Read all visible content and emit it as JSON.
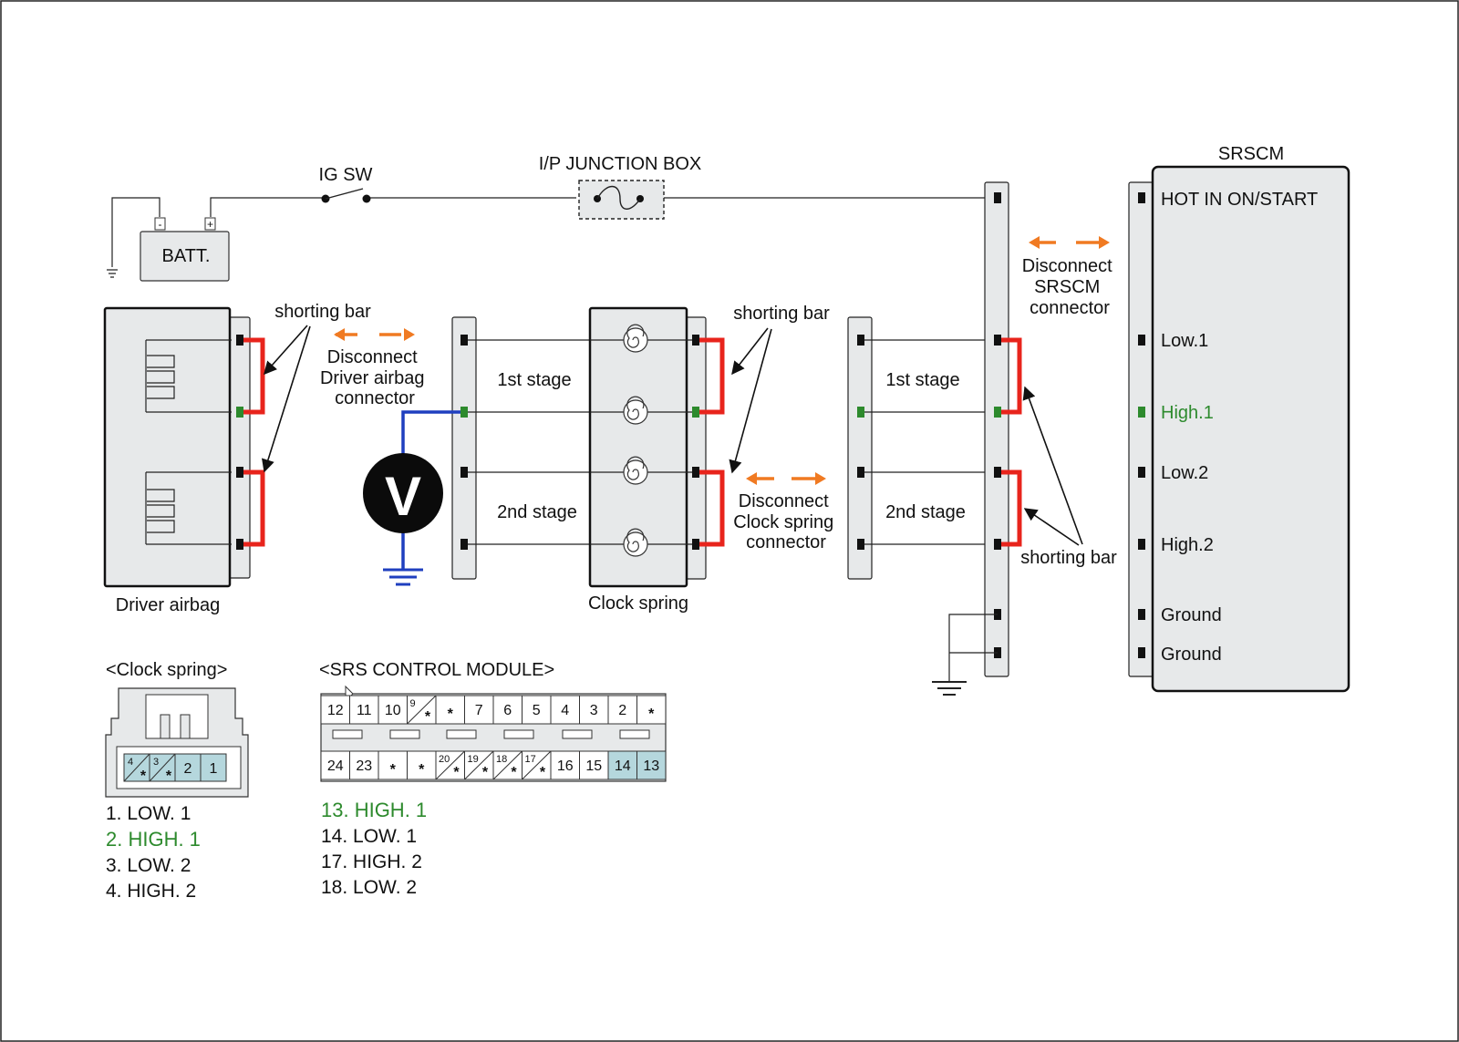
{
  "labels": {
    "ig_sw": "IG SW",
    "junction_box": "I/P JUNCTION BOX",
    "batt": "BATT.",
    "batt_minus": "-",
    "batt_plus": "+",
    "srscm": "SRSCM",
    "driver_airbag": "Driver airbag",
    "clock_spring": "Clock spring",
    "shorting_bar": "shorting bar",
    "first_stage": "1st stage",
    "second_stage": "2nd stage",
    "voltmeter": "V"
  },
  "disconnect_notes": {
    "driver_airbag": [
      "Disconnect",
      "Driver airbag",
      "connector"
    ],
    "clock_spring": [
      "Disconnect",
      "Clock spring",
      "connector"
    ],
    "srscm": [
      "Disconnect",
      "SRSCM",
      "connector"
    ]
  },
  "srscm_pins": [
    "HOT IN ON/START",
    "Low.1",
    "High.1",
    "Low.2",
    "High.2",
    "Ground",
    "Ground"
  ],
  "clock_spring_connector": {
    "title": "<Clock spring>",
    "pins": [
      {
        "num": "4",
        "star": "*"
      },
      {
        "num": "3",
        "star": "*"
      },
      {
        "num": "2",
        "star": ""
      },
      {
        "num": "1",
        "star": ""
      }
    ],
    "legend": [
      "1. LOW. 1",
      "2. HIGH. 1",
      "3. LOW. 2",
      "4. HIGH. 2"
    ]
  },
  "srs_module_connector": {
    "title": "<SRS CONTROL MODULE>",
    "top_row": [
      "12",
      "11",
      "10",
      "9",
      "*",
      "7",
      "6",
      "5",
      "4",
      "3",
      "2",
      "*"
    ],
    "bottom_row": [
      "24",
      "23",
      "*",
      "*",
      "20",
      "19",
      "18",
      "17",
      "16",
      "15",
      "14",
      "13"
    ],
    "legend": [
      "13. HIGH. 1",
      "14. LOW. 1",
      "17. HIGH. 2",
      "18. LOW. 2"
    ]
  },
  "colors": {
    "shorting_bar": "#e8241c",
    "disconnect_arrow": "#f07a22",
    "meter_lead": "#1f3fbf",
    "highlight_text": "#2d8a2d",
    "pin_highlight_fill": "#b5d7dd"
  }
}
